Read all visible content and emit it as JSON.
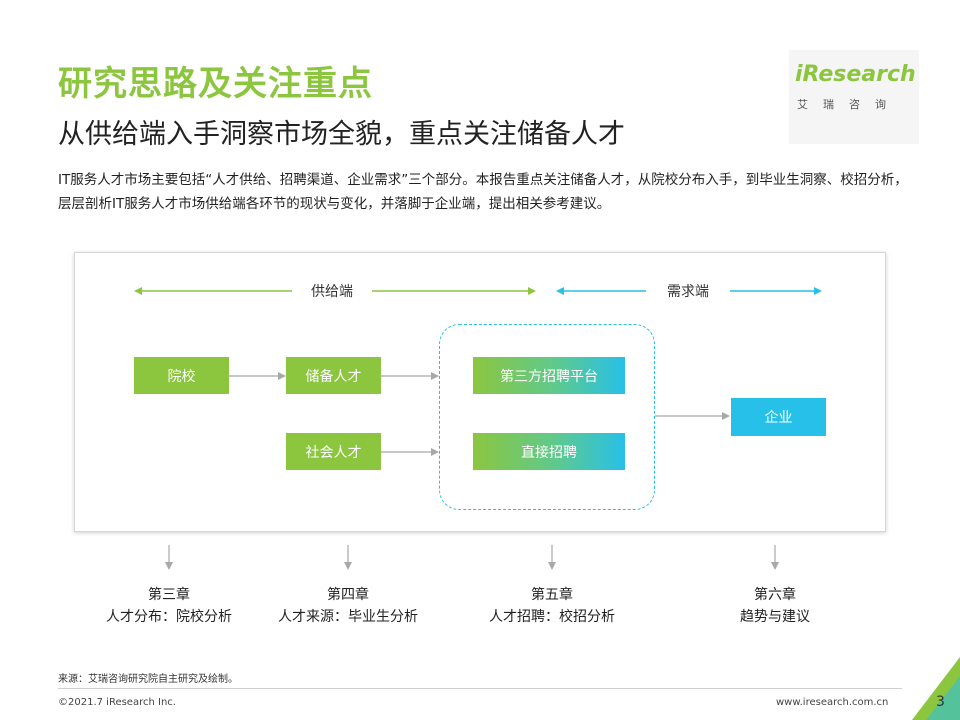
{
  "header": {
    "title": "研究思路及关注重点",
    "subtitle": "从供给端入手洞察市场全貌，重点关注储备人才",
    "intro": "IT服务人才市场主要包括“人才供给、招聘渠道、企业需求”三个部分。本报告重点关注储备人才，从院校分布入手，到毕业生洞察、校招分析，层层剖析IT服务人才市场供给端各环节的现状与变化，并落脚于企业端，提出相关参考建议。"
  },
  "logo": {
    "brand": "iResearch",
    "cn": "艾瑞咨询"
  },
  "diagram": {
    "supply_label": "供给端",
    "demand_label": "需求端",
    "nodes": {
      "school": "院校",
      "reserve": "储备人才",
      "social": "社会人才",
      "platform": "第三方招聘平台",
      "direct": "直接招聘",
      "enterprise": "企业"
    },
    "colors": {
      "green": "#8cc63f",
      "blue": "#27c0e8",
      "arrow": "#b3b3b3"
    }
  },
  "chapters": [
    {
      "chapter": "第三章",
      "topic": "人才分布：院校分析"
    },
    {
      "chapter": "第四章",
      "topic": "人才来源：毕业生分析"
    },
    {
      "chapter": "第五章",
      "topic": "人才招聘：校招分析"
    },
    {
      "chapter": "第六章",
      "topic": "趋势与建议"
    }
  ],
  "footer": {
    "source": "来源：艾瑞咨询研究院自主研究及绘制。",
    "copyright": "©2021.7 iResearch Inc.",
    "url": "www.iresearch.com.cn",
    "page": "3"
  }
}
